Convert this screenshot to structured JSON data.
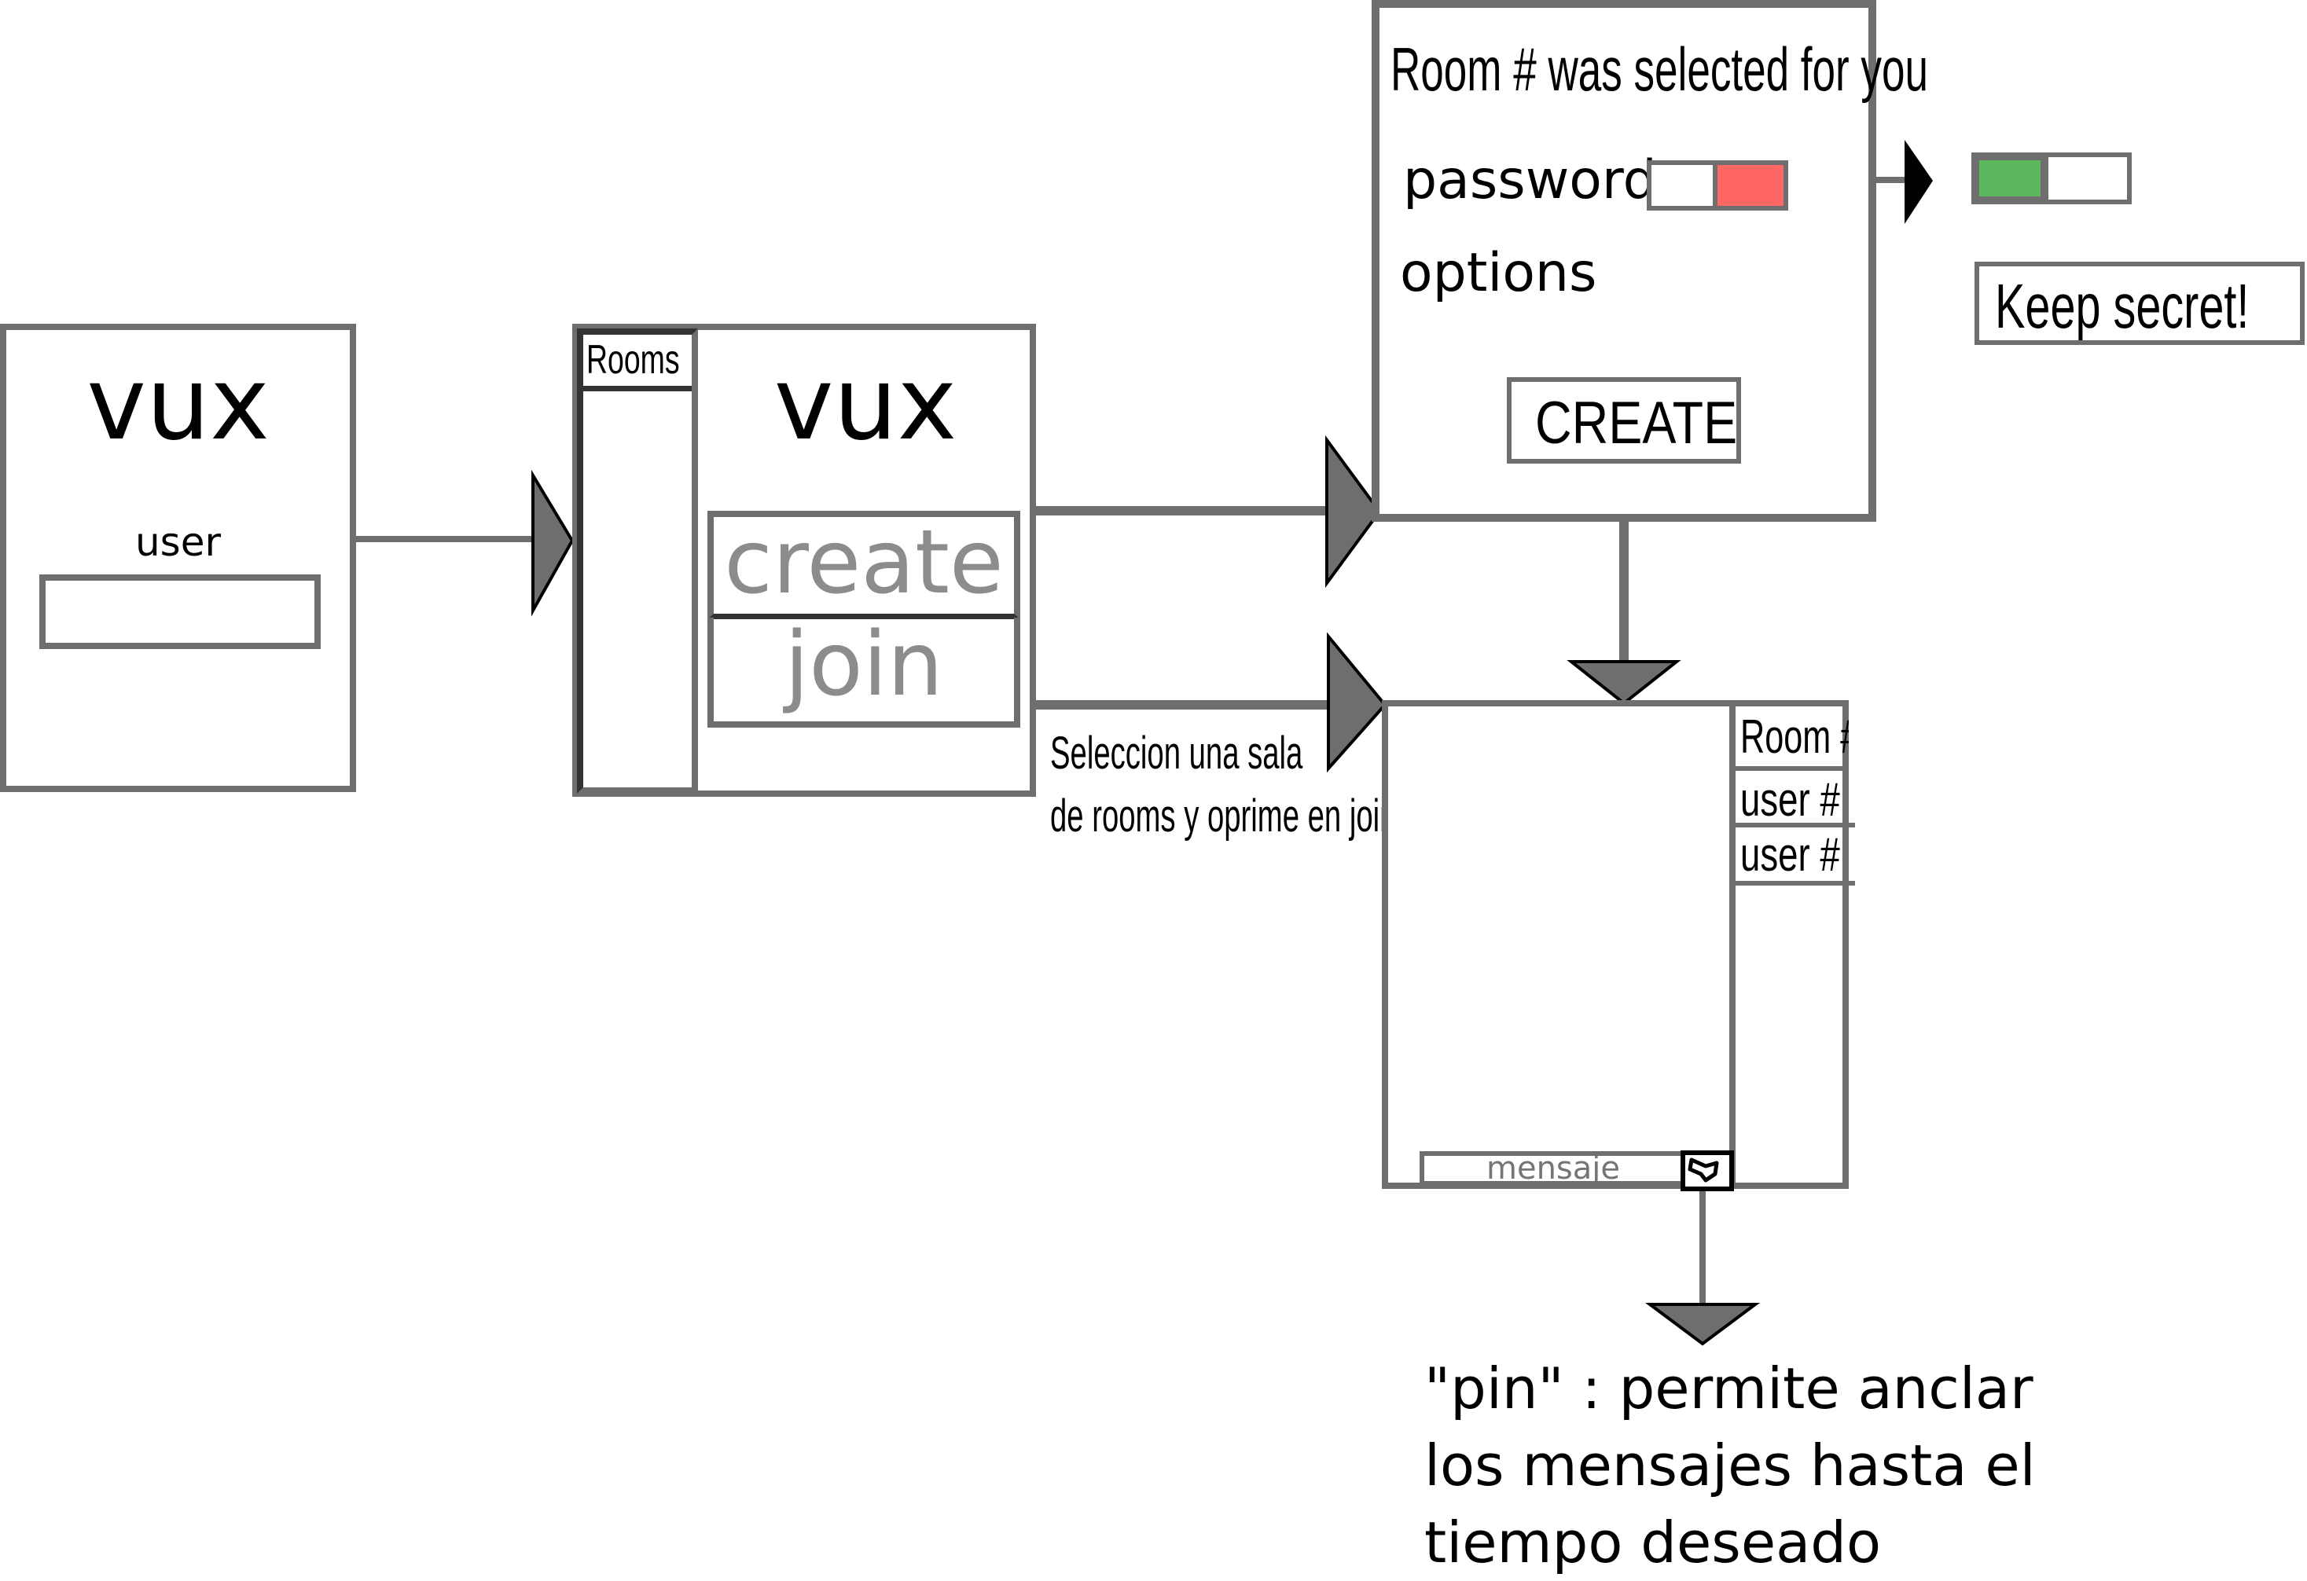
{
  "login": {
    "logo": "vux",
    "user_label": "user",
    "user_value": ""
  },
  "lobby": {
    "rooms_header": "Rooms",
    "logo": "vux",
    "create_label": "create",
    "join_label": "join"
  },
  "create_dialog": {
    "title": "Room # was selected for you",
    "password_label": "password",
    "options_label": "options",
    "create_button": "CREATE",
    "password_toggle_off_color": "#ff6666",
    "password_toggle_on_color": "#5cb85c",
    "toggle_on_label": "Keep secret!"
  },
  "join_note": {
    "line1": "Seleccion una sala",
    "line2": "de rooms y oprime en join"
  },
  "chat_room": {
    "room_header": "Room #",
    "users": [
      "user #",
      "user #"
    ],
    "message_placeholder": "mensaje",
    "pin_icon": "pin-icon"
  },
  "pin_note": {
    "line1": "\"pin\" : permite anclar",
    "line2": "los mensajes hasta el",
    "line3": "tiempo deseado"
  },
  "colors": {
    "frame": "#6e6e6e",
    "muted_text": "#8c8c8c",
    "arrow_fill": "#6e6e6e"
  }
}
